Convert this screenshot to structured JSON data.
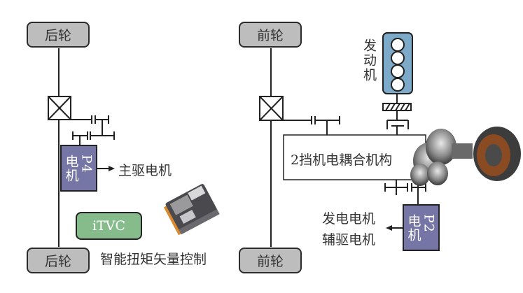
{
  "left": {
    "top_wheel": "后轮",
    "bottom_wheel": "后轮",
    "motor": {
      "name": "P4",
      "sub": "电机"
    },
    "motor_role": "主驱电机",
    "controller": "iTVC",
    "controller_desc": "智能扭矩矢量控制"
  },
  "right": {
    "top_wheel": "前轮",
    "bottom_wheel": "前轮",
    "engine_label": "发动机",
    "coupling_label": "2挡机电耦合机构",
    "motor": {
      "name": "P2",
      "sub": "电机"
    },
    "motor_roles": [
      "发电电机",
      "辅驱电机"
    ]
  },
  "colors": {
    "wheel": "#bdbdbd",
    "motor": "#7575a6",
    "engine": "#7eaac9",
    "controller": "#86bb8c",
    "line": "#222222"
  }
}
